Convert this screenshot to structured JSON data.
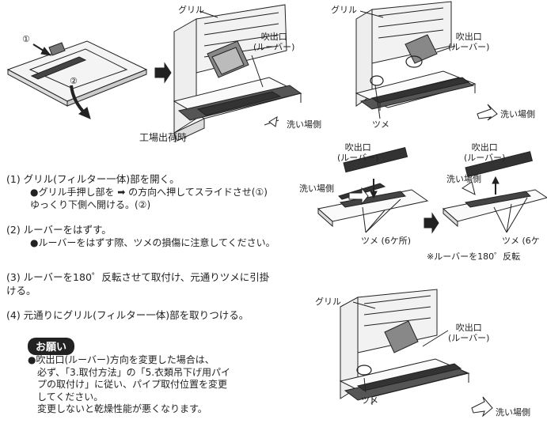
{
  "callouts": {
    "grille_1": "グリル",
    "outlet_1": "吹出口\n(ルーバー)",
    "wash_side_1": "洗い場側",
    "factory": "工場出荷時",
    "circle_1": "①",
    "circle_2": "②",
    "grille_2": "グリル",
    "outlet_2": "吹出口\n(ルーバー)",
    "tab_1": "ツメ",
    "wash_side_2": "洗い場側",
    "outlet_3": "吹出口\n(ルーバー)",
    "wash_side_3": "洗い場側",
    "tabs_6a": "ツメ (6ケ所)",
    "outlet_4": "吹出口\n(ルーバー)",
    "wash_side_4": "洗い場側",
    "tabs_6b": "ツメ (6ケ",
    "rotate_note": "※ルーバーを180゜反転",
    "grille_3": "グリル",
    "outlet_5": "吹出口\n(ルーバー)",
    "tab_2": "ツメ",
    "wash_side_5": "洗い場側"
  },
  "steps": [
    {
      "title": "(1) グリル(フィルター一体)部を開く。",
      "detail": "●グリル手押し部を ➡ の方向へ押してスライドさせ(①) ゆっくり下側へ開ける。(②)"
    },
    {
      "title": "(2) ルーバーをはずす。",
      "detail": "●ルーバーをはずす際、ツメの損傷に注意してください。"
    },
    {
      "title": "(3) ルーバーを180゜反転させて取付け、元通りツメに引掛ける。",
      "detail": ""
    },
    {
      "title": "(4) 元通りにグリル(フィルター一体)部を取りつける。",
      "detail": ""
    }
  ],
  "notice": {
    "badge": "お願い",
    "lines": [
      "●吹出口(ルーバー)方向を変更した場合は、",
      "必ず、「3.取付方法」の「5.衣類吊下げ用パイ",
      "プの取付け」に従い、パイプ取付位置を変更",
      "してください。",
      "変更しないと乾燥性能が悪くなります。"
    ]
  }
}
